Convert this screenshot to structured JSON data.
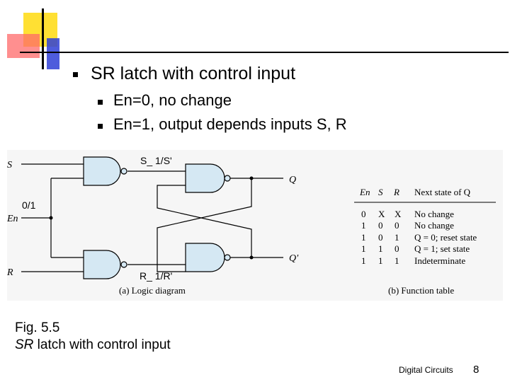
{
  "slide": {
    "bullet_main": "SR latch with control input",
    "bullet_sub": [
      "En=0, no change",
      "En=1, output depends inputs S, R"
    ]
  },
  "figure": {
    "logic": {
      "input_s": "S",
      "input_en": "En",
      "input_r": "R",
      "output_q": "Q",
      "output_qn": "Q'",
      "caption": "(a) Logic diagram"
    },
    "annotations": {
      "s_note": "S_ 1/S'",
      "en_note": "0/1",
      "r_note": "R_ 1/R'"
    },
    "table": {
      "caption": "(b) Function table",
      "headers": [
        "En",
        "S",
        "R",
        "Next state of Q"
      ],
      "rows": [
        [
          "0",
          "X",
          "X",
          "No change"
        ],
        [
          "1",
          "0",
          "0",
          "No change"
        ],
        [
          "1",
          "0",
          "1",
          "Q = 0; reset state"
        ],
        [
          "1",
          "1",
          "0",
          "Q = 1; set state"
        ],
        [
          "1",
          "1",
          "1",
          "Indeterminate"
        ]
      ]
    }
  },
  "caption": {
    "line1": "Fig. 5.5",
    "line2": "SR latch with control input"
  },
  "footer": {
    "course": "Digital Circuits",
    "page": "8"
  }
}
